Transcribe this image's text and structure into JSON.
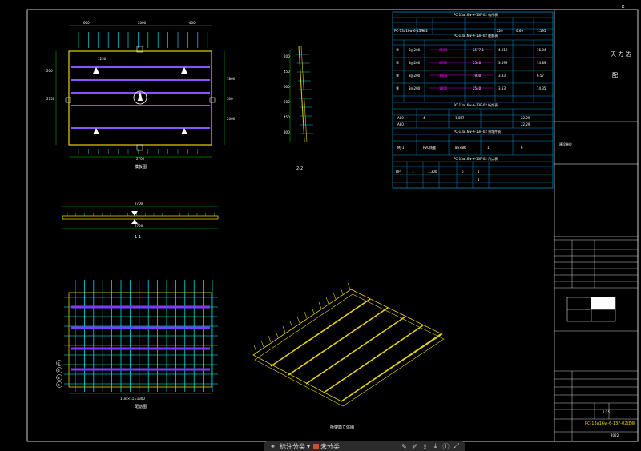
{
  "colors": {
    "frame": "#ffffff",
    "table": "#00b7ff",
    "rebar": "#00ffff",
    "panel": "#e6d200",
    "band": "#7a3cff",
    "dim": "#00ff00",
    "magenta": "#ff00ff",
    "label": "#ffffff"
  },
  "plan_view": {
    "title": "模板图",
    "top_dims": [
      "600",
      "2000",
      "400"
    ],
    "left_dims": [
      "200",
      "2750"
    ],
    "right_dims": [
      "1800",
      "300",
      "2000"
    ],
    "bottom_dim": "2700",
    "inner_dim": "1250"
  },
  "section_11": {
    "label": "1-1",
    "dim": "2700"
  },
  "section_22": {
    "label": "2-2",
    "dims": [
      "200",
      "450",
      "600",
      "500",
      "450",
      "300"
    ]
  },
  "rebar_view": {
    "title": "配筋图",
    "bottom_dim": "118 ×11=1300",
    "left_tags": [
      "①",
      "②",
      "③",
      "④"
    ]
  },
  "iso_view": {
    "title": "桁架筋立体图"
  },
  "schedule": {
    "t1_title": "PC-13a16w-6-13F-02 构件表",
    "t1_row": [
      "PC-13a16w-6-13F-02",
      "18",
      "",
      "",
      "220",
      "0.69",
      "1.195"
    ],
    "t2_title": "PC-13a16w-6-13F-02 配筋表",
    "t2_rows": [
      {
        "id": "①",
        "spec": "8@200",
        "len": "2550",
        "q": "2577.1",
        "w": "4.010",
        "t": "16.04"
      },
      {
        "id": "②",
        "spec": "8@200",
        "len": "2380",
        "q": "2540",
        "w": "3.599",
        "t": "14.89"
      },
      {
        "id": "③",
        "spec": "8@200",
        "len": "1800",
        "q": "1930",
        "w": "3.83",
        "t": "6.57"
      },
      {
        "id": "④",
        "spec": "8@200",
        "len": "1800",
        "q": "2540",
        "w": "3.53",
        "t": "14.35"
      }
    ],
    "t3_title": "PC-13a16w-6-13F-02 桁架表",
    "t3_rows": [
      [
        "A80",
        "4",
        "1.057",
        "",
        "22.29"
      ],
      [
        "A80",
        "",
        "",
        "",
        "22.29"
      ]
    ],
    "t4_title": "PC-13a16w-6-13F-02 预埋件表",
    "t4_row": [
      "MJ-1",
      "PVC线盒",
      "86×86",
      "1",
      "6"
    ],
    "t5_title": "PC-13a16w-6-13F-02 吊点表",
    "t5_rows": [
      [
        "DP",
        "1",
        "1,300",
        "",
        "6",
        "1"
      ],
      [
        "",
        "",
        "",
        "",
        "",
        "1"
      ]
    ]
  },
  "title_block": {
    "right_top_text": "天 力 达",
    "right_label": "配",
    "project_label": "建设单位",
    "sheet_title": "PC-13a16w-6-13F-02详图",
    "scale": "1:25",
    "sheet_no": "2022"
  },
  "corner_mark": "K",
  "toolbar": {
    "layer_label": "标注分类",
    "color_label": "未分类",
    "icon1": "group-icon",
    "icon2": "pen-icon",
    "icon3": "edit-icon",
    "icon4": "share-icon",
    "icon5": "download-icon",
    "icon6": "info-icon",
    "icon7": "expand-icon",
    "icon8": "close-icon"
  }
}
